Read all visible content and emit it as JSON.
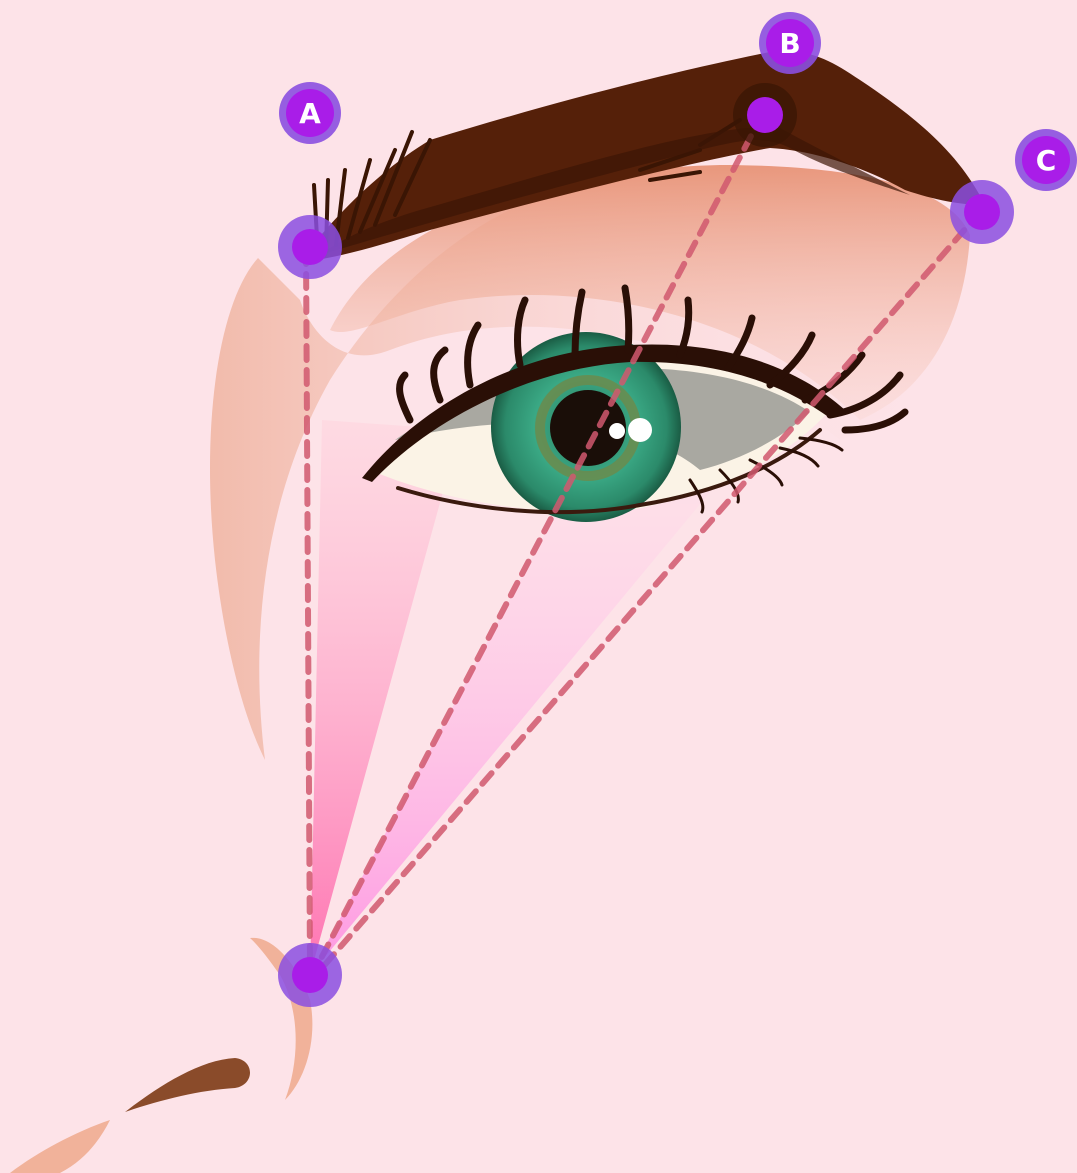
{
  "diagram": {
    "markers": [
      {
        "id": "A",
        "label": "A"
      },
      {
        "id": "B",
        "label": "B"
      },
      {
        "id": "C",
        "label": "C"
      }
    ]
  },
  "colors": {
    "background": "#fde3e8",
    "brow": "#552009",
    "skin": "#f1b29a",
    "iris": "#2e9c78",
    "guide_line": "#d1596f",
    "marker_fill": "#a91de8",
    "marker_ring": "#8b4fe0"
  }
}
